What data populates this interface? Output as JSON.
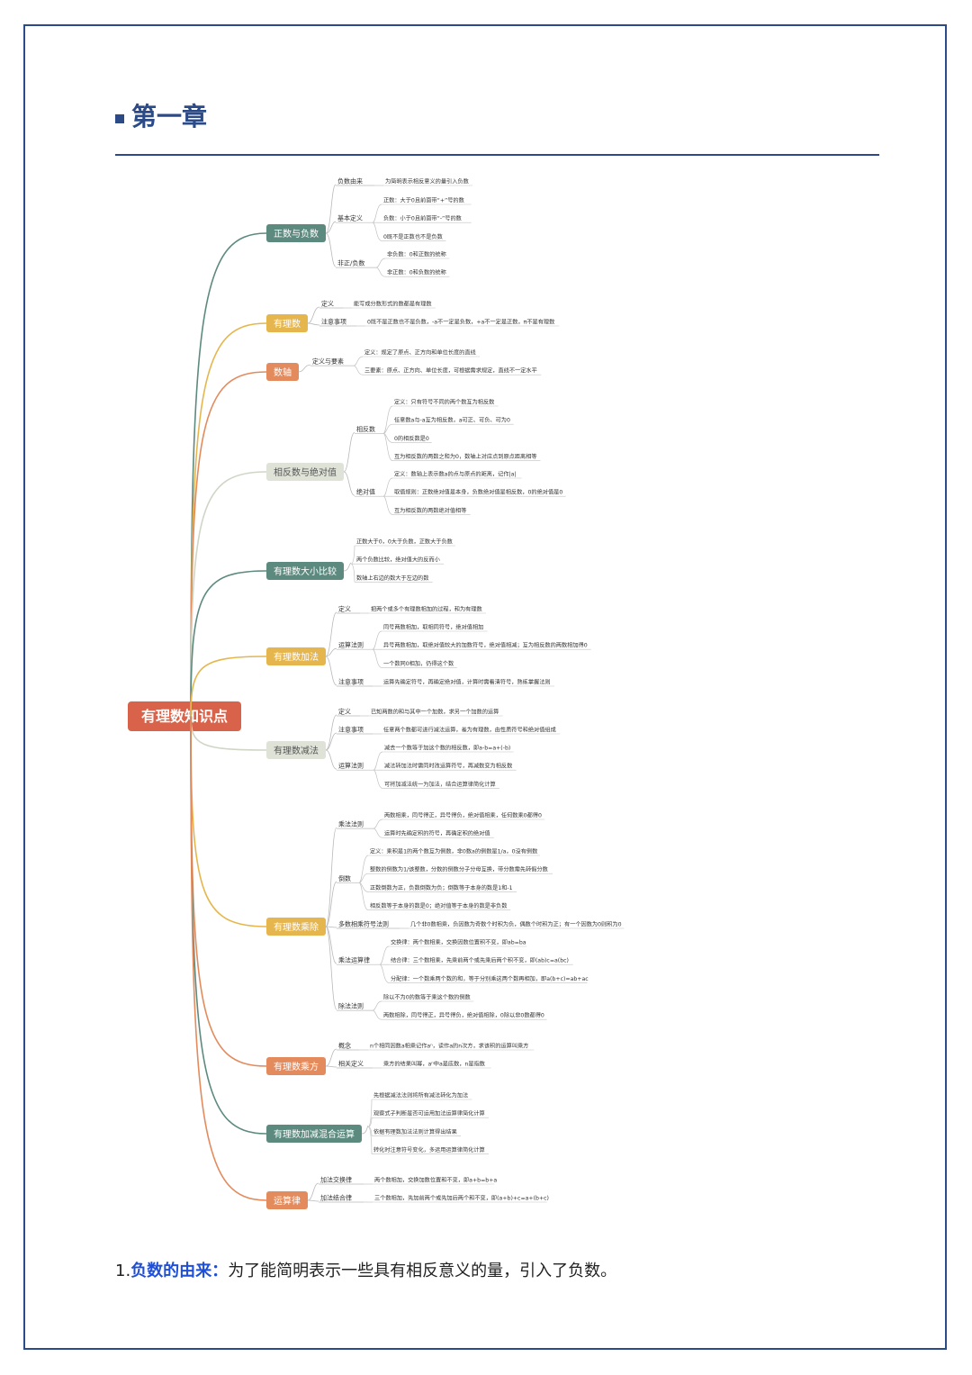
{
  "chapter": {
    "title": "第一章"
  },
  "mindmap": {
    "root": "有理数知识点",
    "branches": [
      {
        "label": "正数与负数",
        "color": "#5d8a7f",
        "subs": [
          {
            "label": "负数由来",
            "leaves": [
              "为简明表示相反意义的量引入负数"
            ]
          },
          {
            "label": "基本定义",
            "leaves": [
              "正数：大于0且前面带“+”号的数",
              "负数：小于0且前面带“-”号的数",
              "0既不是正数也不是负数"
            ]
          },
          {
            "label": "非正/负数",
            "leaves": [
              "非负数：0和正数的统称",
              "非正数：0和负数的统称"
            ]
          }
        ]
      },
      {
        "label": "有理数",
        "color": "#e6b64e",
        "subs": [
          {
            "label": "定义",
            "leaves": [
              "能写成分数形式的数都是有理数"
            ]
          },
          {
            "label": "注意事项",
            "leaves": [
              "0既不是正数也不是负数，-a不一定是负数，+a不一定是正数，π不是有理数"
            ]
          }
        ]
      },
      {
        "label": "数轴",
        "color": "#e38b5d",
        "subs": [
          {
            "label": "定义与要素",
            "leaves": [
              "定义：规定了原点、正方向和单位长度的直线",
              "三要素：原点、正方向、单位长度，可根据需求规定，直线不一定水平"
            ]
          }
        ]
      },
      {
        "label": "相反数与绝对值",
        "color": "#dfe3d7",
        "text_color": "#555555",
        "subs": [
          {
            "label": "相反数",
            "leaves": [
              "定义：只有符号不同的两个数互为相反数",
              "任意数a与-a互为相反数，a可正、可负、可为0",
              "0的相反数是0",
              "互为相反数的两数之和为0，数轴上对应点到原点距离相等"
            ]
          },
          {
            "label": "绝对值",
            "leaves": [
              "定义：数轴上表示数a的点与原点的距离，记作|a|",
              "取值规则：正数绝对值是本身，负数绝对值是相反数，0的绝对值是0",
              "互为相反数的两数绝对值相等"
            ]
          }
        ]
      },
      {
        "label": "有理数大小比较",
        "color": "#5d8a7f",
        "subs": [
          {
            "label": "",
            "leaves": [
              "正数大于0，0大于负数，正数大于负数",
              "两个负数比较，绝对值大的反而小",
              "数轴上右边的数大于左边的数"
            ]
          }
        ]
      },
      {
        "label": "有理数加法",
        "color": "#e6b64e",
        "subs": [
          {
            "label": "定义",
            "leaves": [
              "把两个或多个有理数相加的过程，和为有理数"
            ]
          },
          {
            "label": "运算法则",
            "leaves": [
              "同号两数相加，取相同符号，绝对值相加",
              "异号两数相加，取绝对值较大的加数符号，绝对值相减；互为相反数的两数相加得0",
              "一个数同0相加，仍得这个数"
            ]
          },
          {
            "label": "注意事项",
            "leaves": [
              "运算先确定符号，再确定绝对值，计算时需看清符号，熟练掌握法则"
            ]
          }
        ]
      },
      {
        "label": "有理数减法",
        "color": "#dfe3d7",
        "text_color": "#555555",
        "subs": [
          {
            "label": "定义",
            "leaves": [
              "已知两数的和与其中一个加数，求另一个加数的运算"
            ]
          },
          {
            "label": "注意事项",
            "leaves": [
              "任意两个数都可进行减法运算，差为有理数，由性质符号和绝对值组成"
            ]
          },
          {
            "label": "运算法则",
            "leaves": [
              "减去一个数等于加这个数的相反数，即a-b=a+(-b)",
              "减法转加法时需同时改运算符号，再减数变为相反数",
              "可将加减法统一为加法，结合运算律简化计算"
            ]
          }
        ]
      },
      {
        "label": "有理数乘除",
        "color": "#e6b64e",
        "subs": [
          {
            "label": "乘法法则",
            "leaves": [
              "两数相乘，同号得正，异号得负，绝对值相乘，任何数乘0都得0",
              "运算时先确定积的符号，再确定积的绝对值"
            ]
          },
          {
            "label": "倒数",
            "leaves": [
              "定义：乘积是1的两个数互为倒数，非0数a的倒数是1/a，0没有倒数",
              "整数的倒数为1/该整数，分数的倒数分子分母互换，带分数需先转假分数",
              "正数倒数为正，负数倒数为负；倒数等于本身的数是1和-1",
              "相反数等于本身的数是0；绝对值等于本身的数是非负数"
            ]
          },
          {
            "label": "多数相乘符号法则",
            "leaves": [
              "几个非0数相乘，负因数为奇数个时积为负，偶数个时积为正；有一个因数为0则积为0"
            ]
          },
          {
            "label": "乘法运算律",
            "leaves": [
              "交换律：两个数相乘，交换因数位置积不变，即ab=ba",
              "结合律：三个数相乘，先乘前两个或先乘后两个积不变，即(ab)c=a(bc)",
              "分配律：一个数乘两个数的和，等于分别乘这两个数再相加，即a(b+c)=ab+ac"
            ]
          },
          {
            "label": "除法法则",
            "leaves": [
              "除以不为0的数等于乘这个数的倒数",
              "两数相除，同号得正，异号得负，绝对值相除，0除以非0数都得0"
            ]
          }
        ]
      },
      {
        "label": "有理数乘方",
        "color": "#e38b5d",
        "subs": [
          {
            "label": "概念",
            "leaves": [
              "n个相同因数a相乘记作aⁿ，读作a的n次方，求该积的运算叫乘方"
            ]
          },
          {
            "label": "相关定义",
            "leaves": [
              "乘方的结果叫幂，aⁿ中a是底数，n是指数"
            ]
          }
        ]
      },
      {
        "label": "有理数加减混合运算",
        "color": "#5d8a7f",
        "subs": [
          {
            "label": "",
            "leaves": [
              "先根据减法法则将所有减法转化为加法",
              "观察式子判断是否可运用加法运算律简化计算",
              "依据有理数加法法则计算得出结果",
              "转化时注意符号变化，多运用运算律简化计算"
            ]
          }
        ]
      },
      {
        "label": "运算律",
        "color": "#e38b5d",
        "subs": [
          {
            "label": "加法交换律",
            "leaves": [
              "两个数相加，交换加数位置和不变，即a+b=b+a"
            ]
          },
          {
            "label": "加法结合律",
            "leaves": [
              "三个数相加，先加前两个或先加后两个和不变，即(a+b)+c=a+(b+c)"
            ]
          }
        ]
      }
    ]
  },
  "intro": {
    "number": "1.",
    "keyword": "负数的由来：",
    "text": "为了能简明表示一些具有相反意义的量，引入了负数。"
  }
}
